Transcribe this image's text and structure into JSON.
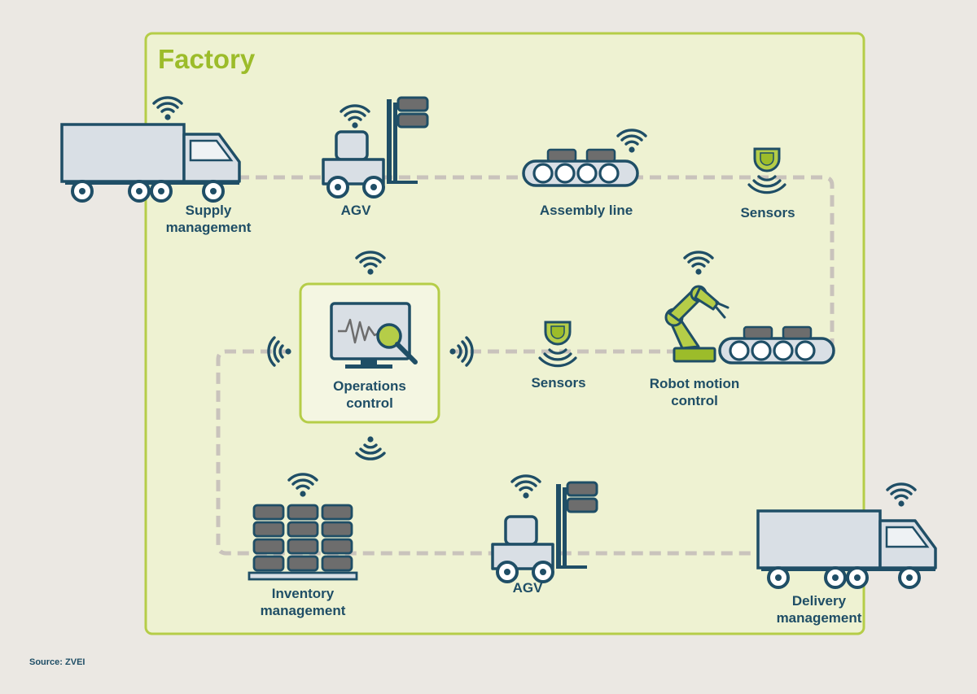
{
  "diagram": {
    "title": "Factory",
    "source": "Source: ZVEI",
    "nodes": {
      "supply": {
        "label_line1": "Supply",
        "label_line2": "management"
      },
      "agv_top": {
        "label": "AGV"
      },
      "assembly": {
        "label": "Assembly line"
      },
      "sensors_top": {
        "label": "Sensors"
      },
      "operations": {
        "label_line1": "Operations",
        "label_line2": "control"
      },
      "sensors_mid": {
        "label": "Sensors"
      },
      "robot": {
        "label_line1": "Robot motion",
        "label_line2": "control"
      },
      "inventory": {
        "label_line1": "Inventory",
        "label_line2": "management"
      },
      "agv_bottom": {
        "label": "AGV"
      },
      "delivery": {
        "label_line1": "Delivery",
        "label_line2": "management"
      }
    },
    "colors": {
      "background": "#ebe8e3",
      "factory_fill": "#eef2d2",
      "factory_border": "#b5cd48",
      "accent_green": "#9cbc2a",
      "teal": "#1f4e66",
      "path_dash": "#c9c3bc",
      "icon_fill": "#d9dfe5",
      "box_gray": "#6d6d6d"
    }
  }
}
